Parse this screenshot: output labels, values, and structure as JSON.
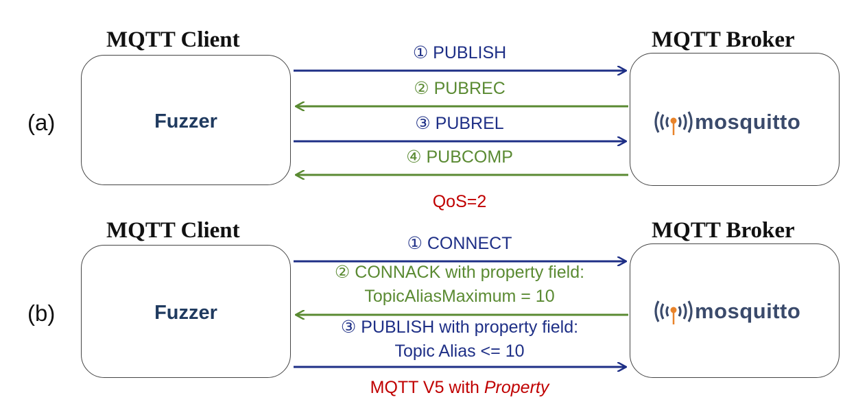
{
  "panels": [
    {
      "label": "(a)",
      "client_title": "MQTT Client",
      "broker_title": "MQTT Broker",
      "client_box_text": "Fuzzer",
      "broker_logo_text_pre": "mos",
      "broker_logo_text_q": "q",
      "broker_logo_text_post": "uitto",
      "messages": [
        {
          "text": "① PUBLISH",
          "direction": "right",
          "color": "#1e2f86"
        },
        {
          "text": "② PUBREC",
          "direction": "left",
          "color": "#5a8a32"
        },
        {
          "text": "③ PUBREL",
          "direction": "right",
          "color": "#1e2f86"
        },
        {
          "text": "④ PUBCOMP",
          "direction": "left",
          "color": "#5a8a32"
        }
      ],
      "note": "QoS=2"
    },
    {
      "label": "(b)",
      "client_title": "MQTT Client",
      "broker_title": "MQTT Broker",
      "client_box_text": "Fuzzer",
      "broker_logo_text_pre": "mos",
      "broker_logo_text_q": "q",
      "broker_logo_text_post": "uitto",
      "messages": [
        {
          "text": "① CONNECT",
          "direction": "right",
          "color": "#1e2f86"
        },
        {
          "text": "② CONNACK with property field:",
          "text2": "TopicAliasMaximum = 10",
          "direction": "left",
          "color": "#5a8a32"
        },
        {
          "text": "③ PUBLISH with property field:",
          "text2": "Topic Alias <= 10",
          "direction": "right",
          "color": "#1e2f86"
        }
      ],
      "note_plain": "MQTT V5 with ",
      "note_italic": "Property"
    }
  ],
  "colors": {
    "blue": "#1e2f86",
    "green": "#5a8a32",
    "red": "#c00000",
    "logo_orange": "#e8832a"
  }
}
